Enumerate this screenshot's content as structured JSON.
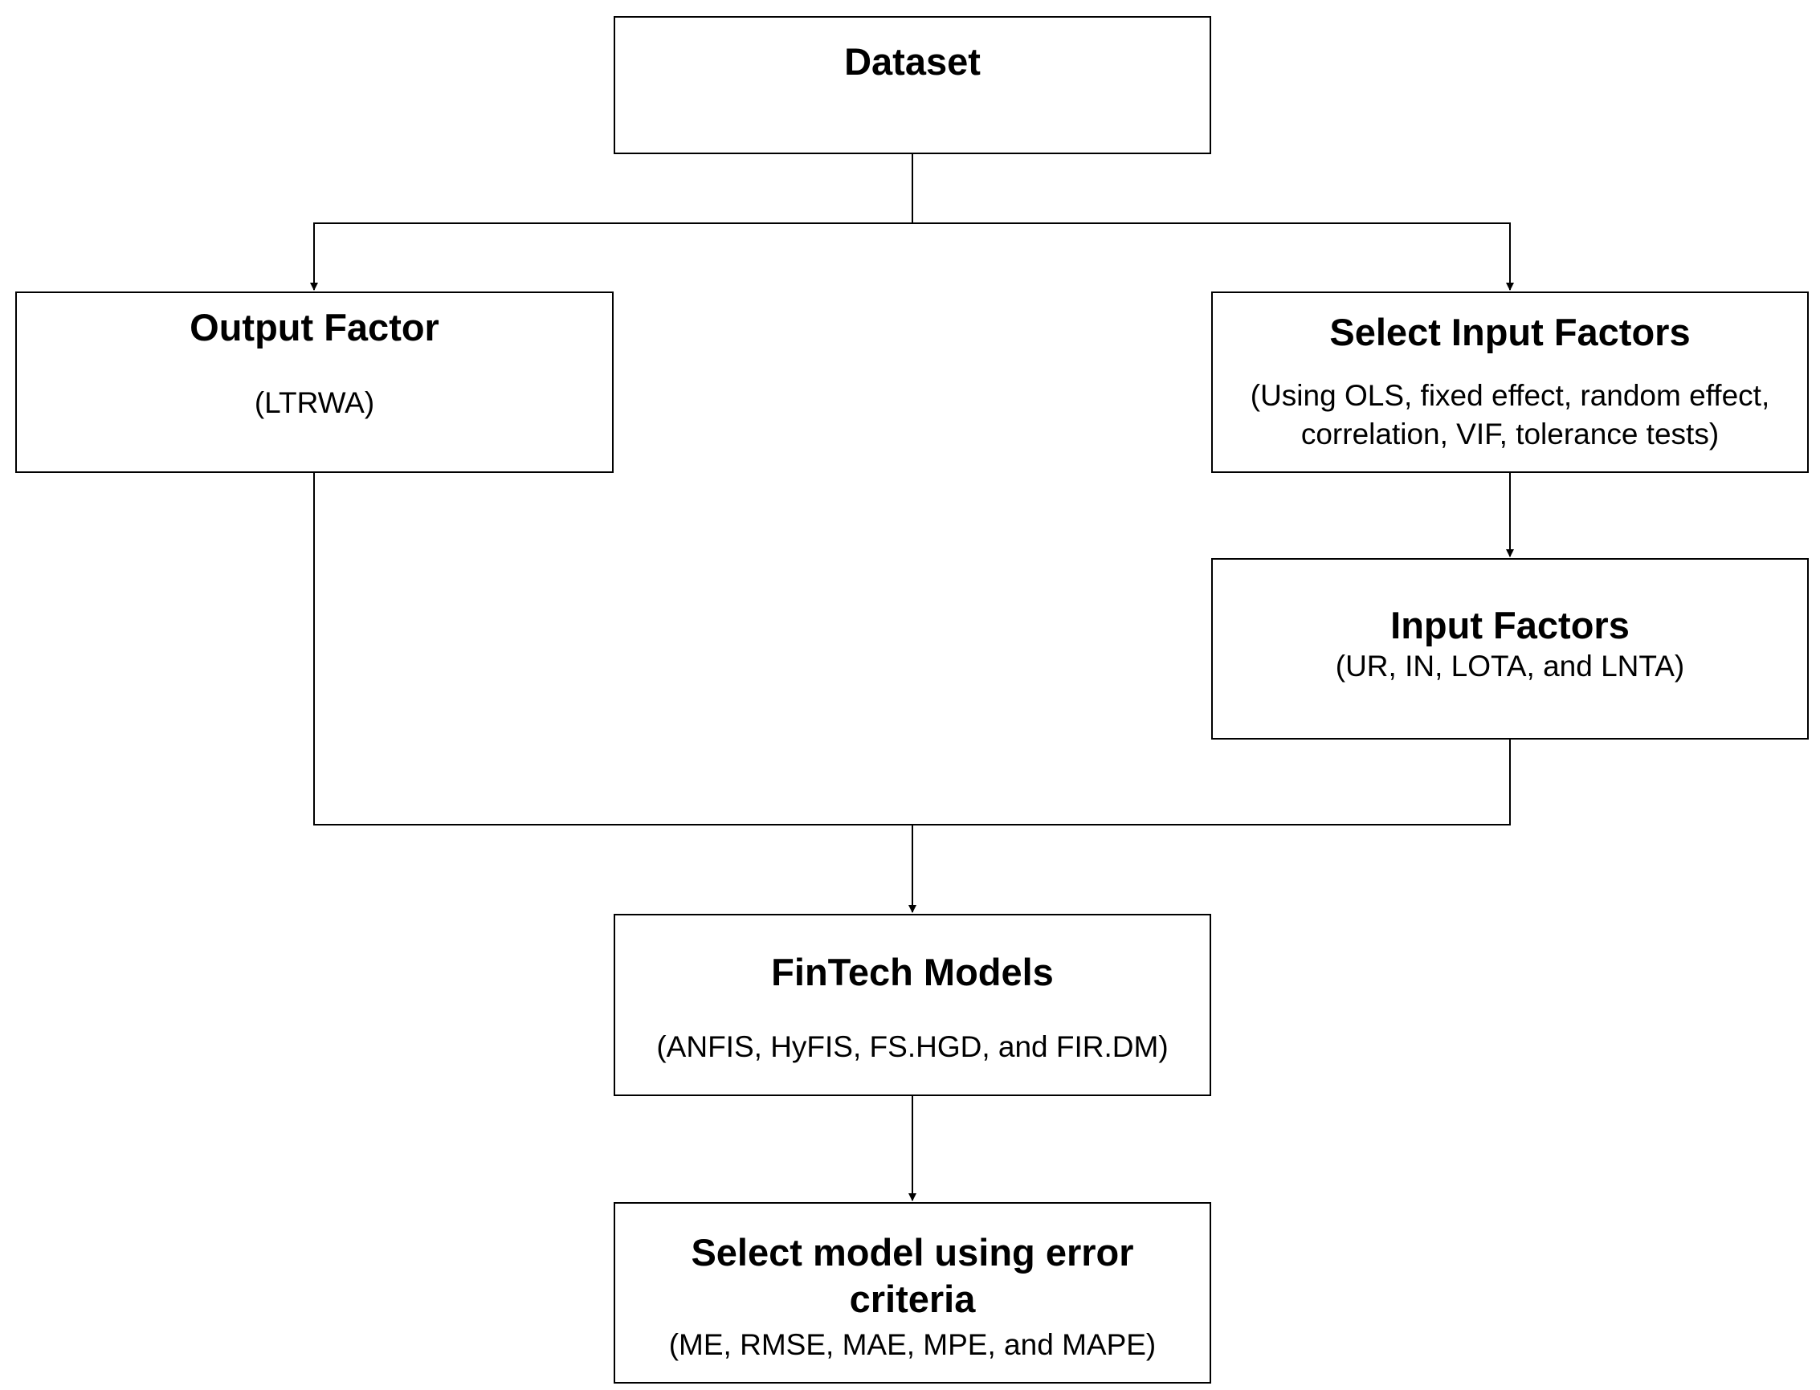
{
  "diagram": {
    "nodes": {
      "dataset": {
        "title": "Dataset"
      },
      "output_factor": {
        "title": "Output Factor",
        "subtitle": "(LTRWA)"
      },
      "select_input_factors": {
        "title": "Select Input Factors",
        "subtitle": "(Using OLS, fixed effect, random effect, correlation, VIF, tolerance tests)"
      },
      "input_factors": {
        "title": "Input Factors",
        "subtitle": "(UR, IN, LOTA, and LNTA)"
      },
      "fintech_models": {
        "title": "FinTech Models",
        "subtitle": "(ANFIS, HyFIS, FS.HGD, and FIR.DM)"
      },
      "select_model": {
        "title": "Select model using error criteria",
        "subtitle": "(ME, RMSE, MAE, MPE, and MAPE)"
      }
    },
    "edges": [
      {
        "from": "dataset",
        "to": "output_factor"
      },
      {
        "from": "dataset",
        "to": "select_input_factors"
      },
      {
        "from": "select_input_factors",
        "to": "input_factors"
      },
      {
        "from": "output_factor",
        "to": "fintech_models"
      },
      {
        "from": "input_factors",
        "to": "fintech_models"
      },
      {
        "from": "fintech_models",
        "to": "select_model"
      }
    ],
    "colors": {
      "stroke": "#000000",
      "background": "#ffffff"
    }
  }
}
